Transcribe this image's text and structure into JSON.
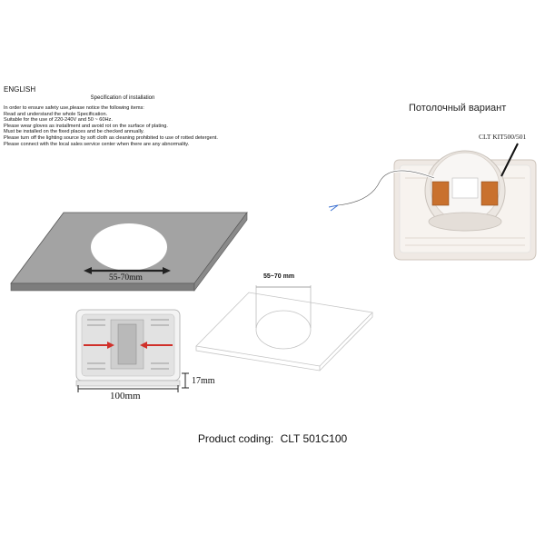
{
  "language": "ENGLISH",
  "spec": {
    "title": "Specification of installation",
    "lines": [
      "In order to ensure safety use,please notice the following items:",
      "Read and understand the whole Specification.",
      "Suitable for the use of 220-240V and 50 ~ 60Hz.",
      "Please wear gloves as installment and avoid rot on the surface of plating.",
      "Must be installed on the fixed places and be checked annually.",
      "Please turn off the lighting source by soft cloth as cleaning prohibited to use of rotted detergent.",
      "Please connect with the local sales service center when there are any abnormality."
    ]
  },
  "ceiling_variant_title": "Потолочный вариант",
  "kit_label": "CLT KIT500/501",
  "cutout_dim_label": "55-70mm",
  "cutout_dim_label_2": "55~70 mm",
  "height_label": "17mm",
  "width_label": "100mm",
  "product_coding": {
    "label": "Product coding:",
    "code": "CLT 501C100"
  },
  "colors": {
    "panel_gray": "#9a9a9a",
    "accent_red": "#d0302a",
    "line_gray": "#b8b8b8"
  }
}
